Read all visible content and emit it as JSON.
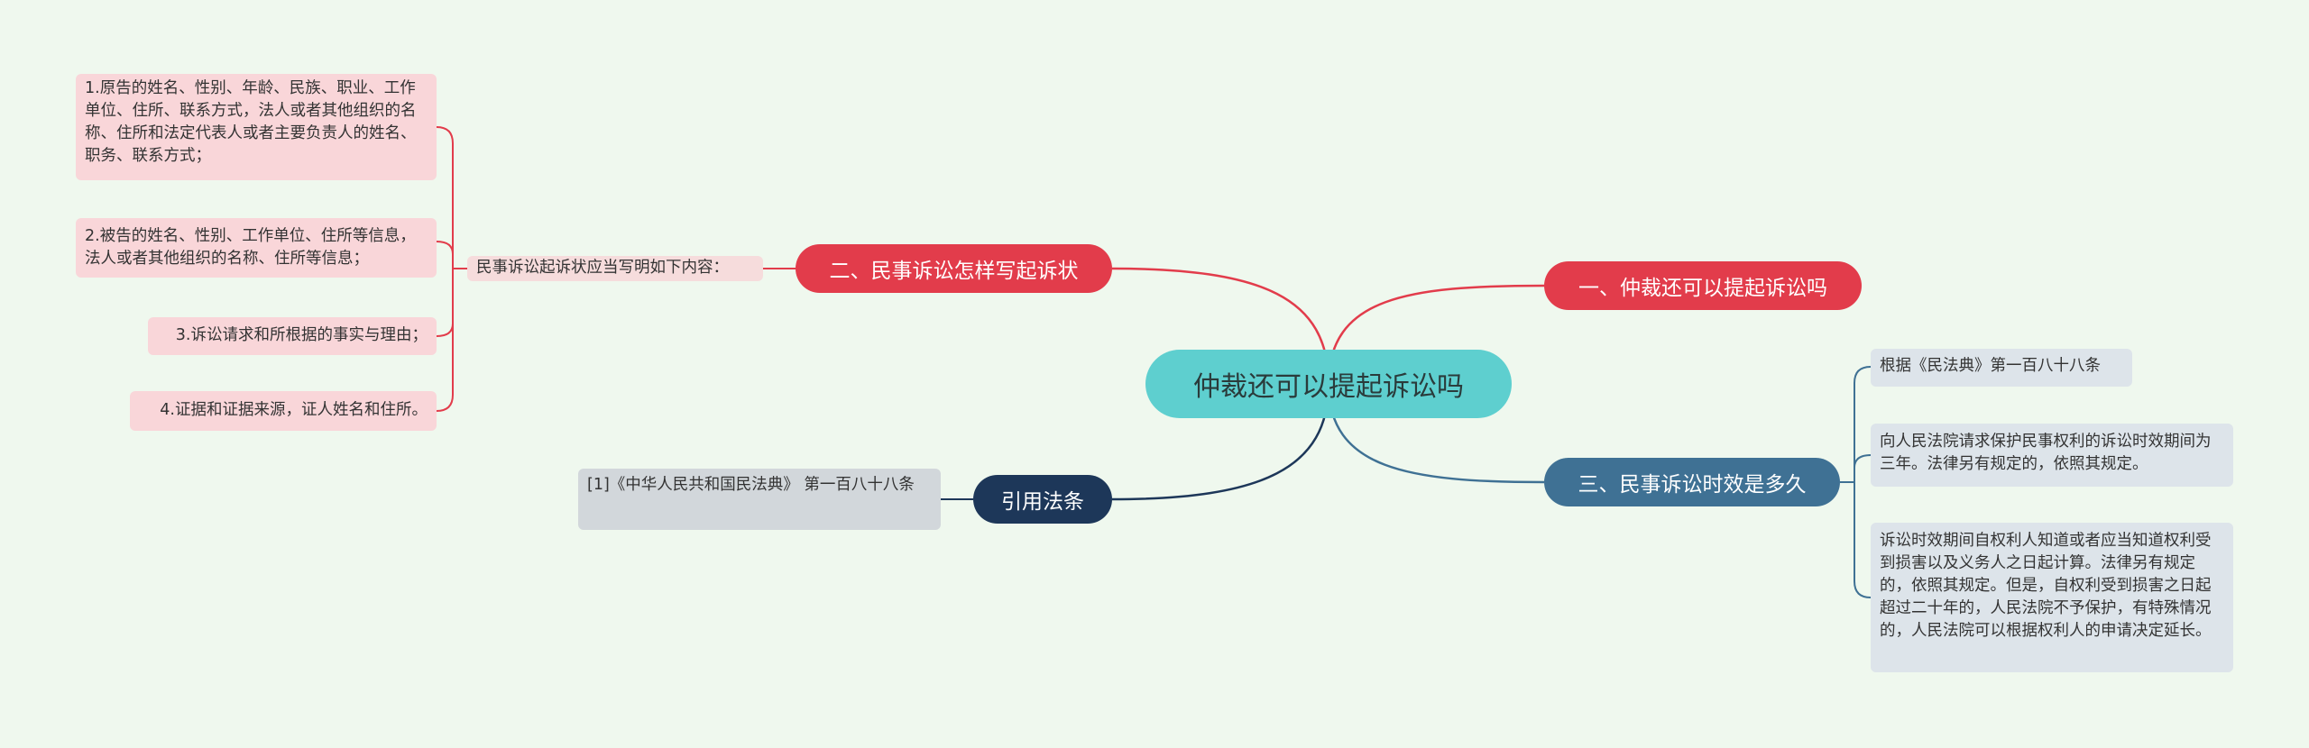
{
  "central": "仲裁还可以提起诉讼吗",
  "branches": {
    "b1": "一、仲裁还可以提起诉讼吗",
    "b2": "二、民事诉讼怎样写起诉状",
    "b3": "三、民事诉讼时效是多久",
    "b4": "引用法条"
  },
  "b2_intro": "民事诉讼起诉状应当写明如下内容：",
  "b2_items": [
    "1.原告的姓名、性别、年龄、民族、职业、工作单位、住所、联系方式，法人或者其他组织的名称、住所和法定代表人或者主要负责人的姓名、职务、联系方式；",
    "2.被告的姓名、性别、工作单位、住所等信息，法人或者其他组织的名称、住所等信息；",
    "3.诉讼请求和所根据的事实与理由；",
    "4.证据和证据来源，证人姓名和住所。"
  ],
  "b3_items": [
    "根据《民法典》第一百八十八条",
    "向人民法院请求保护民事权利的诉讼时效期间为三年。法律另有规定的，依照其规定。",
    "诉讼时效期间自权利人知道或者应当知道权利受到损害以及义务人之日起计算。法律另有规定的，依照其规定。但是，自权利受到损害之日起超过二十年的，人民法院不予保护，有特殊情况的，人民法院可以根据权利人的申请决定延长。"
  ],
  "b4_items": [
    "[1]《中华人民共和国民法典》 第一百八十八条"
  ],
  "colors": {
    "background": "#eff8ee",
    "central": "#5ecfcf",
    "red": "#e23c4b",
    "blue": "#3f7194",
    "navy": "#1d3759"
  }
}
